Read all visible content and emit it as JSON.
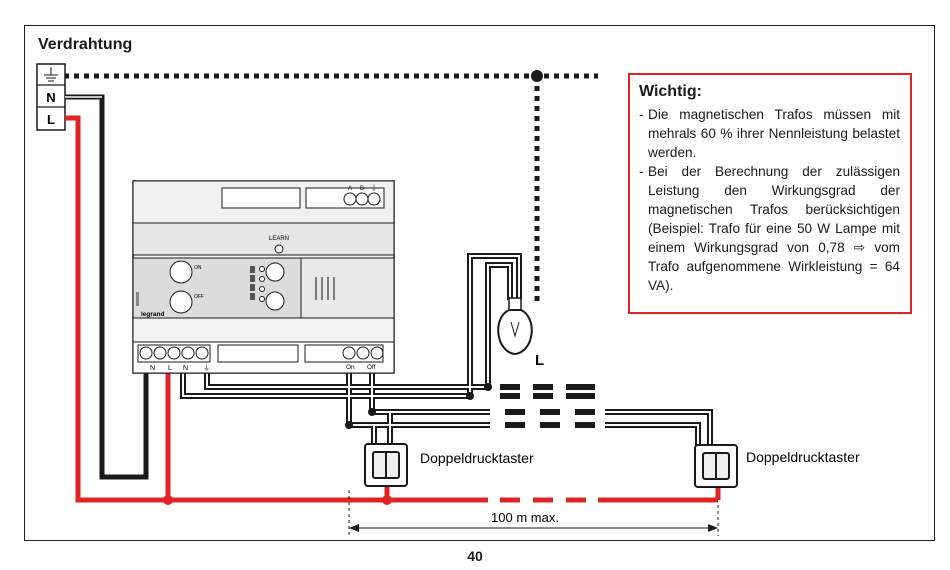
{
  "title": "Verdrahtung",
  "terminals": {
    "neutral": "N",
    "live": "L"
  },
  "note": {
    "title": "Wichtig:",
    "items": [
      "Die magnetischen Trafos müssen mit mehrals 60 % ihrer Nennleistung belastet werden.",
      "Bei der Berechnung der zulässigen Leistung den Wirkungsgrad der magnetischen Trafos berücksichtigen (Beispiel: Trafo für eine 50 W Lampe mit einem Wirkungsgrad von 0,78 ⇨ vom Trafo aufgenommene Wirkleistung = 64 VA)."
    ]
  },
  "device": {
    "learn_label": "LEARN",
    "brand": "legrand",
    "on_label": "ON",
    "off_label": "OFF",
    "bus_labels": [
      "A",
      "B",
      "⏚"
    ],
    "bottom_labels": [
      "N",
      "L",
      "N",
      "⏚"
    ],
    "input_labels": [
      "On",
      "Off"
    ]
  },
  "lamp_label": "L",
  "switch_labels": [
    "Doppeldrucktaster",
    "Doppeldrucktaster"
  ],
  "distance_label": "100 m max.",
  "page_number": "40",
  "colors": {
    "live_wire": "#e02424",
    "wire": "#1a1a1a",
    "note_border": "#e02424"
  }
}
